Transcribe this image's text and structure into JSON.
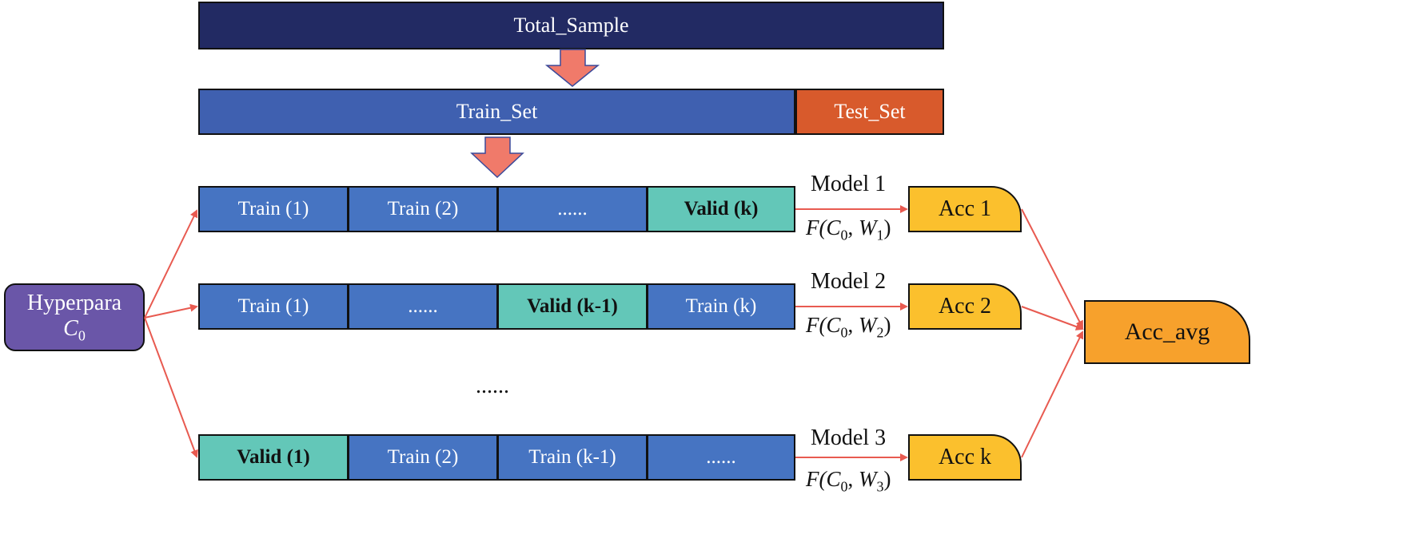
{
  "top": {
    "total_sample": "Total_Sample",
    "train_set": "Train_Set",
    "test_set": "Test_Set"
  },
  "rows": [
    {
      "cells": [
        "Train (1)",
        "Train (2)",
        "......",
        "Valid (k)"
      ],
      "model": "Model 1",
      "acc": "Acc 1",
      "w_sub": "1"
    },
    {
      "cells": [
        "Train (1)",
        "......",
        "Valid (k-1)",
        "Train (k)"
      ],
      "model": "Model 2",
      "acc": "Acc 2",
      "w_sub": "2"
    },
    {
      "cells": [
        "Valid (1)",
        "Train (2)",
        "Train (k-1)",
        "......"
      ],
      "model": "Model 3",
      "acc": "Acc k",
      "w_sub": "3"
    }
  ],
  "ellipsis": "......",
  "hyper": {
    "line1": "Hyperpara",
    "c_sym": "C",
    "c_sub": "0"
  },
  "func": {
    "prefix": "F(",
    "c_sym": "C",
    "c_sub": "0",
    "sep": ", ",
    "w_sym": "W",
    "suffix": ")"
  },
  "acc_avg": "Acc_avg",
  "colors": {
    "arrow": "#f07a6a",
    "line": "#e85a50",
    "valid": "#63c7b8",
    "train": "#4674c2"
  }
}
